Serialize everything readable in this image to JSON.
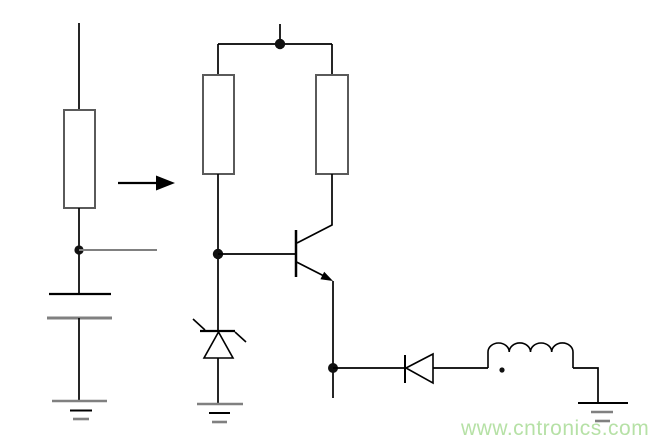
{
  "page": {
    "kind": "circuit-schematic-figure",
    "background": "#ffffff"
  },
  "watermark": {
    "text": "www.cntronics.com",
    "color": "#b6e1a6"
  },
  "colors": {
    "background": "#ffffff",
    "wire": "#000000",
    "gray": "#808080",
    "resistor_stroke": "#5a5a5a",
    "dot": "#111111"
  },
  "schematic": {
    "left_circuit": {
      "description": "series resistor with tapped node into capacitor to ground",
      "components": [
        {
          "id": "source-resistor",
          "type": "resistor"
        },
        {
          "id": "source-junction",
          "type": "node-dot"
        },
        {
          "id": "source-tap-wire",
          "type": "wire-stub"
        },
        {
          "id": "source-capacitor",
          "type": "capacitor"
        },
        {
          "id": "source-ground",
          "type": "ground"
        }
      ]
    },
    "transform_arrow": {
      "id": "transform-arrow",
      "type": "arrow-right"
    },
    "middle_circuit": {
      "description": "two parallel resistors from supply node, NPN transistor, zener reference to ground",
      "components": [
        {
          "id": "supply-junction",
          "type": "node-dot"
        },
        {
          "id": "bias-resistor",
          "type": "resistor"
        },
        {
          "id": "collector-resistor",
          "type": "resistor"
        },
        {
          "id": "pass-transistor",
          "type": "npn-transistor"
        },
        {
          "id": "base-junction",
          "type": "node-dot"
        },
        {
          "id": "reference-zener",
          "type": "zener-diode"
        },
        {
          "id": "regulator-ground",
          "type": "ground"
        }
      ]
    },
    "right_circuit": {
      "description": "emitter node feeding left-pointing diode and inductor with polarity dot to ground",
      "components": [
        {
          "id": "emitter-junction",
          "type": "node-dot"
        },
        {
          "id": "catch-diode",
          "type": "diode-left"
        },
        {
          "id": "output-inductor",
          "type": "inductor"
        },
        {
          "id": "inductor-polarity-dot",
          "type": "polarity-dot"
        },
        {
          "id": "output-ground",
          "type": "ground"
        }
      ]
    }
  }
}
